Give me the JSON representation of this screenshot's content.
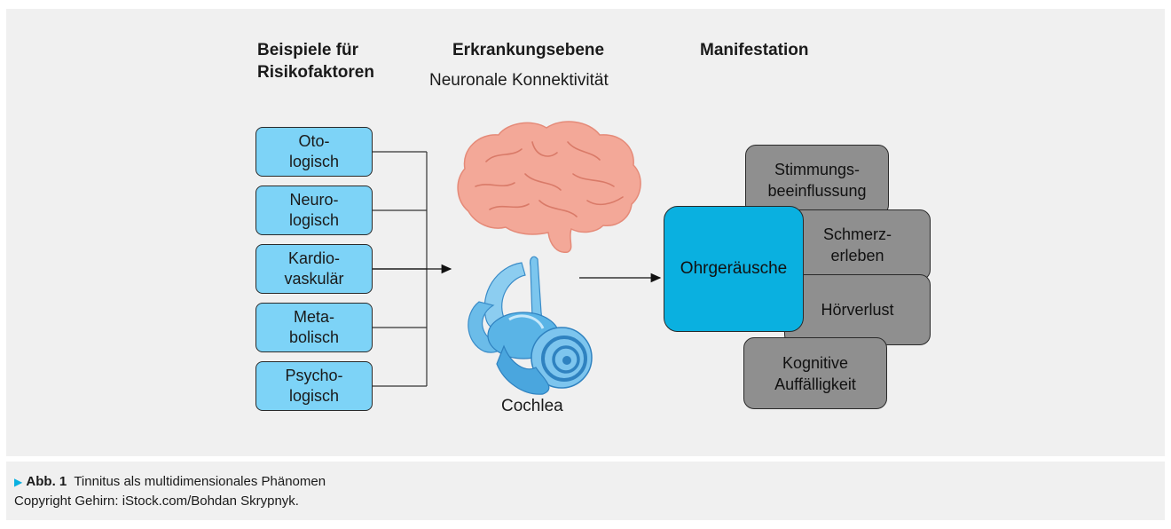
{
  "headers": {
    "risk": "Beispiele für\nRisikofaktoren",
    "level": "Erkrankungsebene",
    "level_sub": "Neuronale Konnektivität",
    "manifestation": "Manifestation"
  },
  "risk_factors": [
    "Oto-\nlogisch",
    "Neuro-\nlogisch",
    "Kardio-\nvaskulär",
    "Meta-\nbolisch",
    "Psycho-\nlogisch"
  ],
  "cochlea_label": "Cochlea",
  "manifestations": {
    "center": "Ohrgeräusche",
    "mood": "Stimmungs-\nbeeinflussung",
    "pain": "Schmerz-\nerleben",
    "hearing": "Hörverlust",
    "cognitive": "Kognitive\nAuffälligkeit"
  },
  "caption": {
    "label": "Abb. 1",
    "text": "Tinnitus als multidimensionales Phänomen",
    "copyright": "Copyright Gehirn: iStock.com/Bohdan Skrypnyk."
  },
  "colors": {
    "risk_box": "#7dd3f7",
    "center_box": "#0ab0e0",
    "manifest_box": "#8f8f8f",
    "brain": "#f3a898",
    "cochlea": "#5ab4e6"
  },
  "icons": [
    "brain-icon",
    "cochlea-icon",
    "triangle-icon"
  ]
}
